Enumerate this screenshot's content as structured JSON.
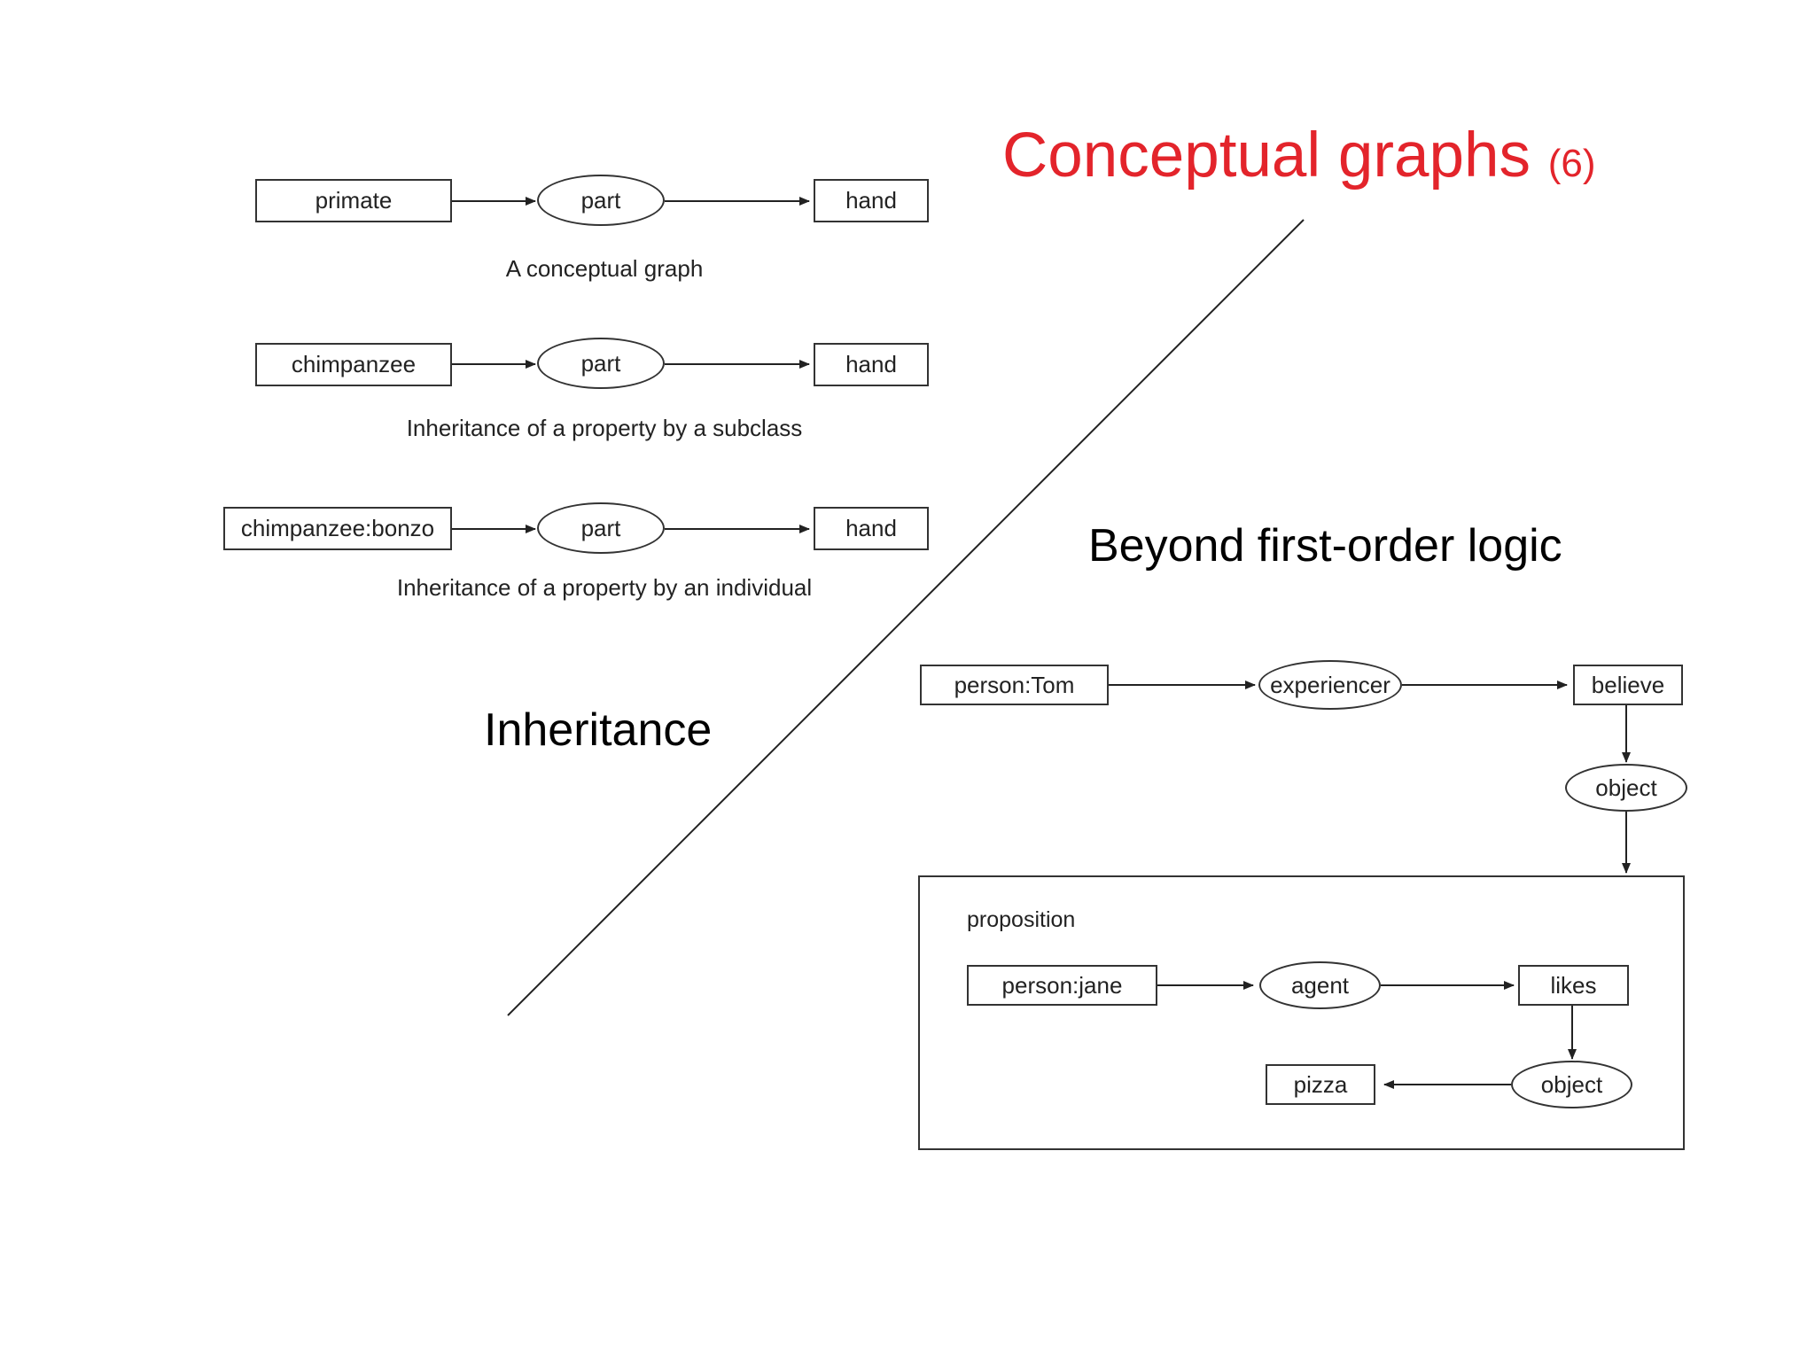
{
  "title": {
    "text": "Conceptual graphs",
    "number": "(6)"
  },
  "sections": {
    "inheritance_label": "Inheritance",
    "beyond_label": "Beyond first-order logic"
  },
  "inheritance": {
    "graph1": {
      "from": "primate",
      "relation": "part",
      "to": "hand",
      "caption": "A conceptual graph"
    },
    "graph2": {
      "from": "chimpanzee",
      "relation": "part",
      "to": "hand",
      "caption": "Inheritance of a property by a subclass"
    },
    "graph3": {
      "from": "chimpanzee:bonzo",
      "relation": "part",
      "to": "hand",
      "caption": "Inheritance of a property by an individual"
    }
  },
  "belief": {
    "person": "person:Tom",
    "experiencer": "experiencer",
    "believe": "believe",
    "object": "object",
    "proposition": {
      "label": "proposition",
      "person": "person:jane",
      "agent": "agent",
      "likes": "likes",
      "object": "object",
      "pizza": "pizza"
    }
  },
  "colors": {
    "title": "#e3242b",
    "lines": "#333333",
    "text": "#000000"
  }
}
